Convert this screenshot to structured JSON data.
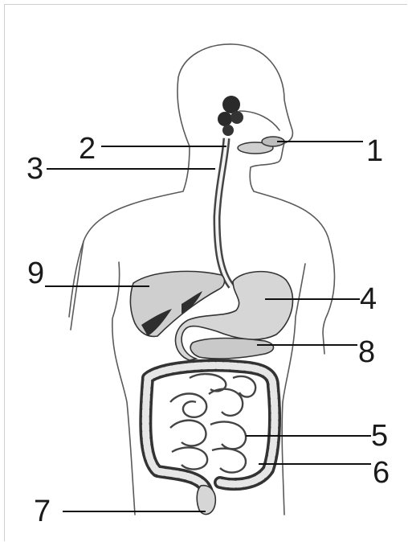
{
  "labels": {
    "l1": "1",
    "l2": "2",
    "l3": "3",
    "l4": "4",
    "l5": "5",
    "l6": "6",
    "l7": "7",
    "l8": "8",
    "l9": "9"
  },
  "colors": {
    "organ_fill": "#d2d2d2",
    "organ_dark": "#3a3a3a",
    "outline": "#5a5a5a",
    "label": "#1a1a1a"
  }
}
